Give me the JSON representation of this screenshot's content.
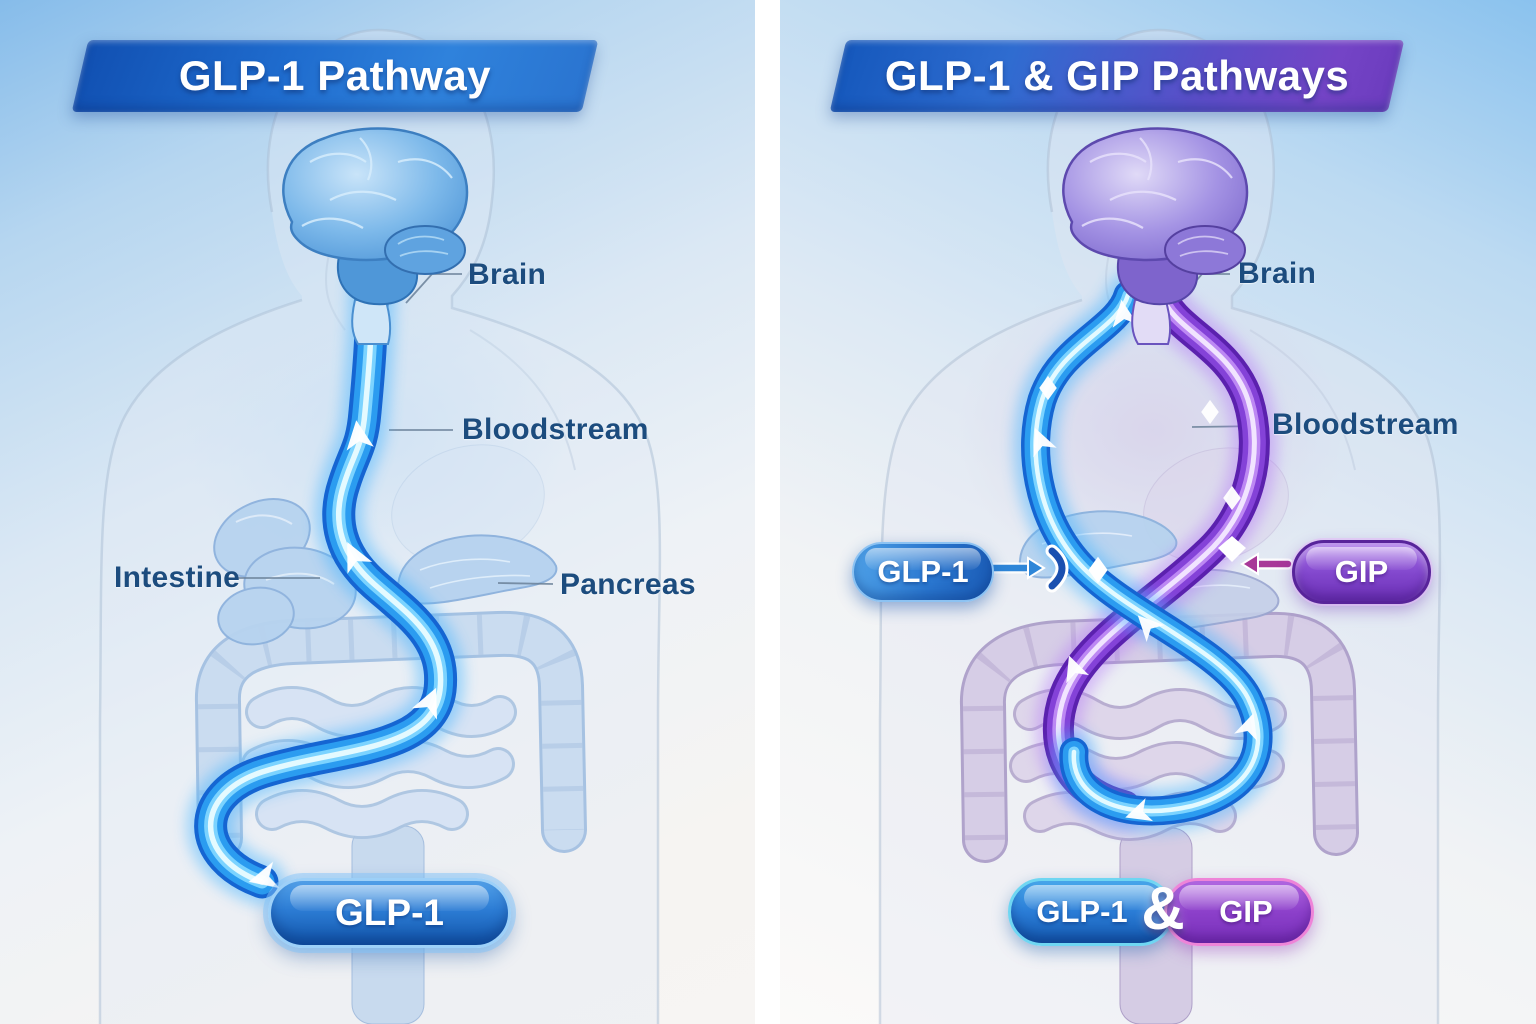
{
  "left_panel": {
    "title": "GLP-1 Pathway",
    "labels": {
      "brain": "Brain",
      "bloodstream": "Bloodstream",
      "intestine": "Intestine",
      "pancreas": "Pancreas"
    },
    "badge": "GLP-1"
  },
  "right_panel": {
    "title": "GLP-1 & GIP Pathways",
    "labels": {
      "brain": "Brain",
      "bloodstream": "Bloodstream"
    },
    "glp1_badge": "GLP-1",
    "gip_badge": "GIP",
    "combined_badge": {
      "left": "GLP-1",
      "separator": "&",
      "right": "GIP"
    }
  },
  "colors": {
    "glp1_blue": "#1e7fe0",
    "gip_purple": "#7c3fd4",
    "label_navy": "#1c4c7e",
    "banner_blue": "#1150b2",
    "banner_purple": "#6c3cbe"
  }
}
